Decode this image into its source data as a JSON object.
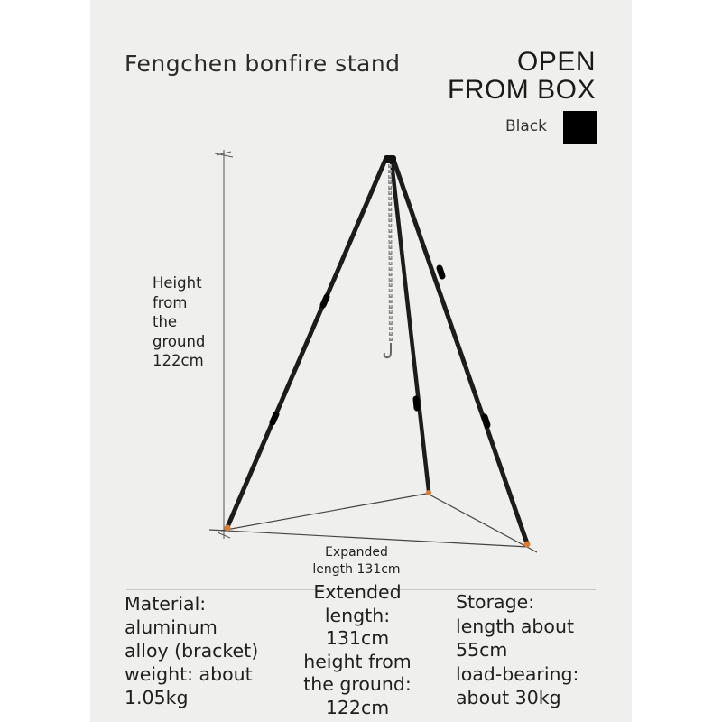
{
  "title": "Fengchen bonfire stand",
  "badge": {
    "line1": "OPEN",
    "line2": "FROM BOX"
  },
  "color_option": {
    "label": "Black",
    "swatch": "#000000"
  },
  "measurements": {
    "height_lines": [
      "Height",
      "from",
      "the",
      "ground",
      "122cm"
    ],
    "expanded_lines": [
      "Expanded",
      "length 131cm"
    ]
  },
  "specs": {
    "left": [
      "Material:",
      "aluminum",
      "alloy (bracket)",
      "weight: about",
      "1.05kg"
    ],
    "middle": [
      "Extended",
      "length:",
      "131cm",
      "height from",
      "the ground:",
      "122cm"
    ],
    "right": [
      "Storage:",
      "length about",
      "55cm",
      "load-bearing:",
      "about 30kg"
    ]
  },
  "colors": {
    "page_background": "#efefed",
    "tripod_leg": "#1c1c1c",
    "foot_tip": "#e07b2e",
    "chain": "#8a8a8a"
  },
  "icons": [
    "tripod-illustration",
    "chain-icon",
    "hook-icon"
  ]
}
